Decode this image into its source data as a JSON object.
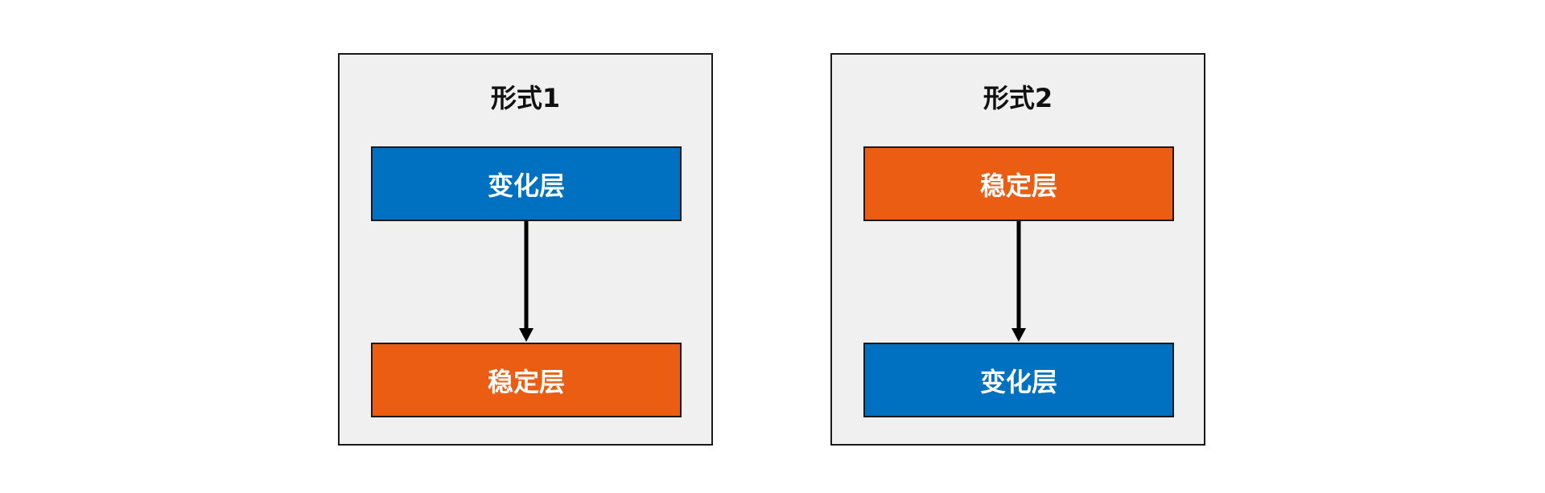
{
  "colors": {
    "change": "#0070c0",
    "stable": "#ea5d12"
  },
  "panels": [
    {
      "title": "形式1",
      "top_layer": {
        "label": "变化层",
        "kind": "change"
      },
      "bottom_layer": {
        "label": "稳定层",
        "kind": "stable"
      }
    },
    {
      "title": "形式2",
      "top_layer": {
        "label": "稳定层",
        "kind": "stable"
      },
      "bottom_layer": {
        "label": "变化层",
        "kind": "change"
      }
    }
  ]
}
